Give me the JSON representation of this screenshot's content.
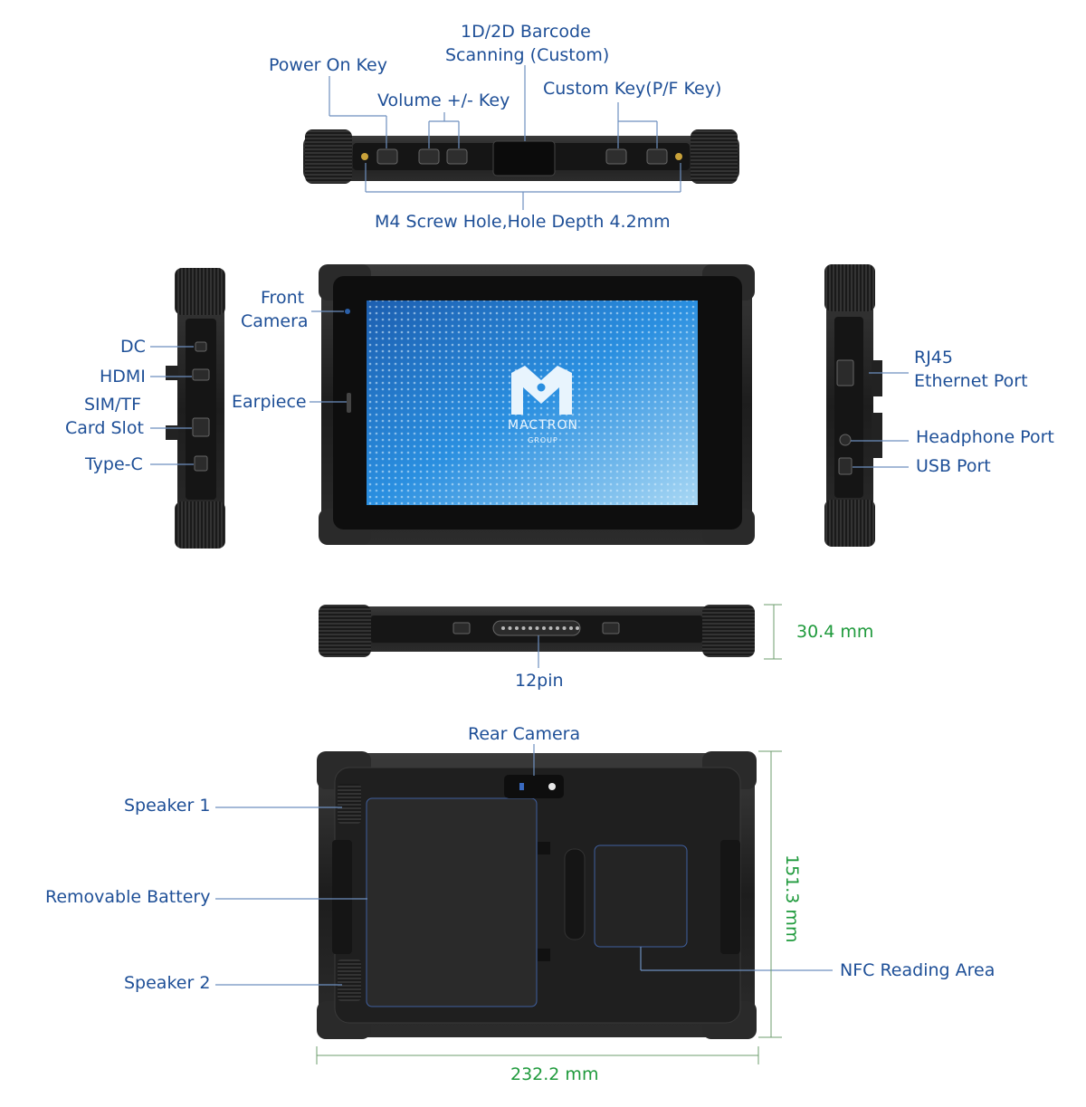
{
  "labels": {
    "power_on_key": "Power On Key",
    "barcode_line1": "1D/2D Barcode",
    "barcode_line2": "Scanning (Custom)",
    "volume_key": "Volume +/- Key",
    "custom_key": "Custom Key(P/F Key)",
    "screw_hole": "M4 Screw Hole,Hole Depth 4.2mm",
    "front_camera_line1": "Front",
    "front_camera_line2": "Camera",
    "earpiece": "Earpiece",
    "dc": "DC",
    "hdmi": "HDMI",
    "sim_tf_line1": "SIM/TF",
    "sim_tf_line2": "Card Slot",
    "type_c": "Type-C",
    "rj45_line1": "RJ45",
    "rj45_line2": "Ethernet Port",
    "headphone_port": "Headphone Port",
    "usb_port": "USB Port",
    "pin12": "12pin",
    "rear_camera": "Rear Camera",
    "speaker1": "Speaker 1",
    "removable_battery": "Removable Battery",
    "speaker2": "Speaker 2",
    "nfc_area": "NFC Reading Area"
  },
  "dimensions": {
    "thickness": "30.4 mm",
    "height": "151.3 mm",
    "width": "232.2 mm"
  },
  "screen": {
    "brand": "MACTRON",
    "sub": "GROUP"
  },
  "colors": {
    "label": "#1e4f97",
    "dimension": "#1f9a3c",
    "leader": "#6d8fbf",
    "device": "#1c1c1c",
    "screen": "#1a6fc4"
  }
}
